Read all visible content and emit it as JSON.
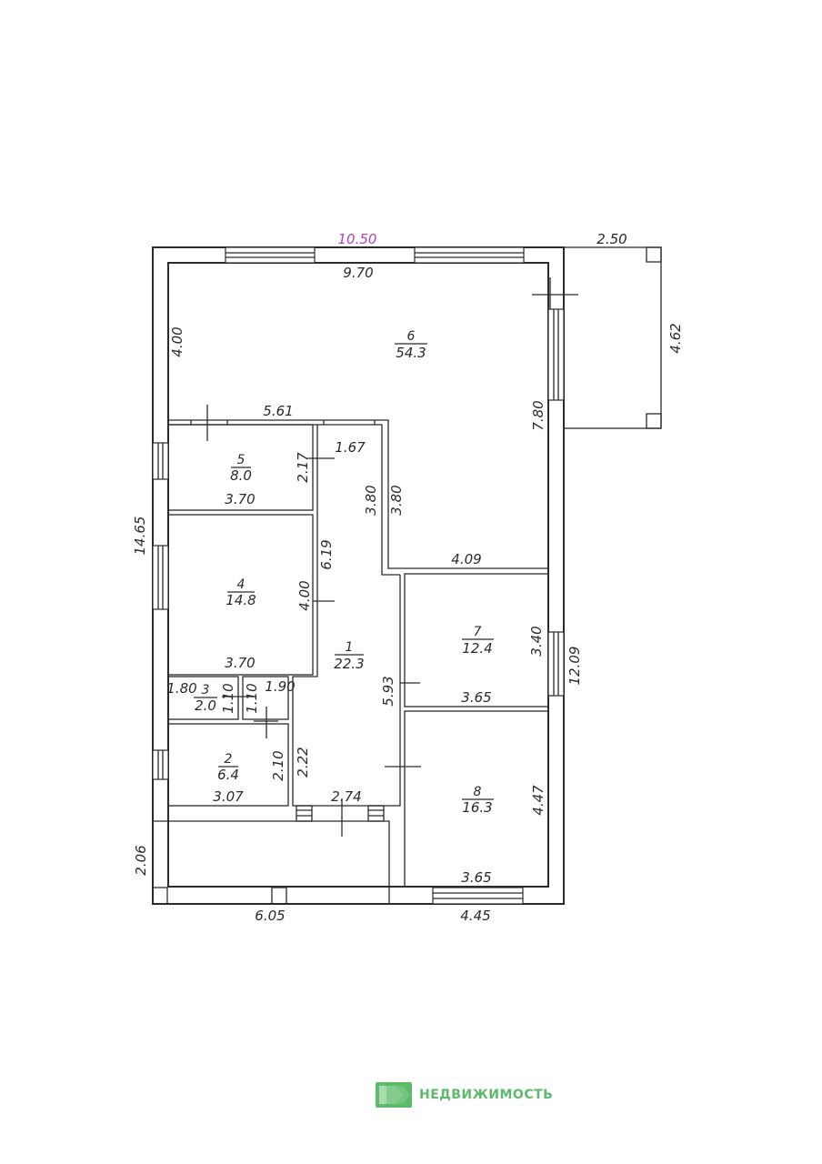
{
  "plan": {
    "overall_width": "10.50",
    "overall_height": "14.65",
    "terrace_width": "2.50",
    "terrace_depth": "4.62",
    "dimensions": {
      "living_top": "9.70",
      "living_left": "4.00",
      "living_right": "7.80",
      "living_bottom_left": "5.61",
      "living_bottom_right": "4.09",
      "living_step_a": "3.80",
      "living_step_b": "3.80",
      "room5_height": "2.17",
      "room5_width": "3.70",
      "hall_top": "1.67",
      "hall_right": "6.19",
      "room4_height": "4.00",
      "room4_width": "3.70",
      "room3_width": "1.80",
      "room3_h1": "1.10",
      "room3_h2": "1.10",
      "wc_width": "1.90",
      "room2_height": "2.10",
      "room2_width": "3.07",
      "hall_left": "2.22",
      "hall_bottom": "2.74",
      "hall_height": "5.93",
      "room7_height": "3.40",
      "room7_width": "3.65",
      "right_wall": "12.09",
      "room8_height": "4.47",
      "room8_width": "3.65",
      "porch_depth": "2.06",
      "bottom_left": "6.05",
      "bottom_right": "4.45"
    },
    "rooms": [
      {
        "num": "1",
        "area": "22.3"
      },
      {
        "num": "2",
        "area": "6.4"
      },
      {
        "num": "3",
        "area": "2.0"
      },
      {
        "num": "4",
        "area": "14.8"
      },
      {
        "num": "5",
        "area": "8.0"
      },
      {
        "num": "6",
        "area": "54.3"
      },
      {
        "num": "7",
        "area": "12.4"
      },
      {
        "num": "8",
        "area": "16.3"
      }
    ]
  },
  "brand": {
    "name": "НЕДВИЖИМОСТЬ",
    "color": "#5dba6a"
  },
  "colors": {
    "line": "#2b2b2b",
    "accent_dimension": "#b43fc4"
  }
}
